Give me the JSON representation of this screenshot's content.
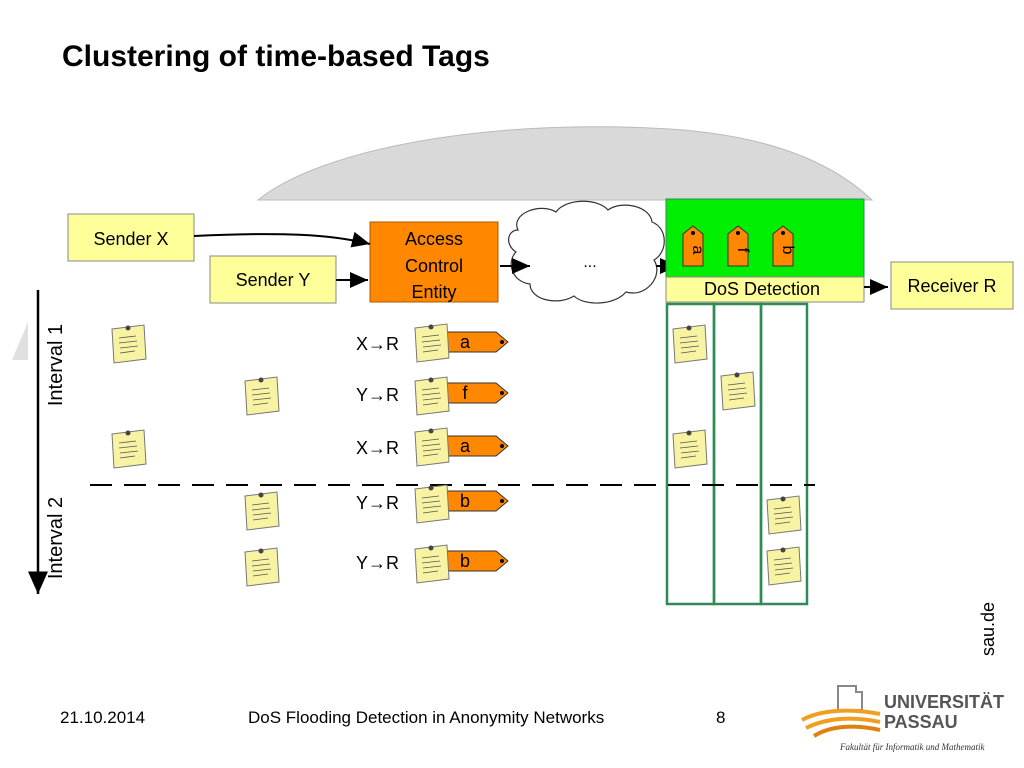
{
  "title": "Clustering of time-based Tags",
  "diagram": {
    "sender_x": "Sender X",
    "sender_y": "Sender Y",
    "ace": [
      "Access",
      "Control",
      "Entity"
    ],
    "cloud_label": "...",
    "dos_label": "DoS Detection",
    "receiver": "Receiver R",
    "interval_1": "Interval 1",
    "interval_2": "Interval 2",
    "dos_tags": [
      "a",
      "f",
      "b"
    ],
    "rows": [
      {
        "route": "X→R",
        "tag": "a"
      },
      {
        "route": "Y→R",
        "tag": "f"
      },
      {
        "route": "X→R",
        "tag": "a"
      },
      {
        "route": "Y→R",
        "tag": "b"
      },
      {
        "route": "Y→R",
        "tag": "b"
      }
    ]
  },
  "footer": {
    "date": "21.10.2014",
    "talk": "DoS Flooding Detection in Anonymity Networks",
    "page": "8",
    "side_url": "sau.de"
  },
  "logo": {
    "line1": "UNIVERSITÄT",
    "line2": "PASSAU",
    "faculty": "Fakultät für Informatik und Mathematik"
  },
  "colors": {
    "yellow_box": "#ffff99",
    "orange": "#ff8800",
    "green": "#00ee00",
    "column_border": "#2e8b57"
  }
}
